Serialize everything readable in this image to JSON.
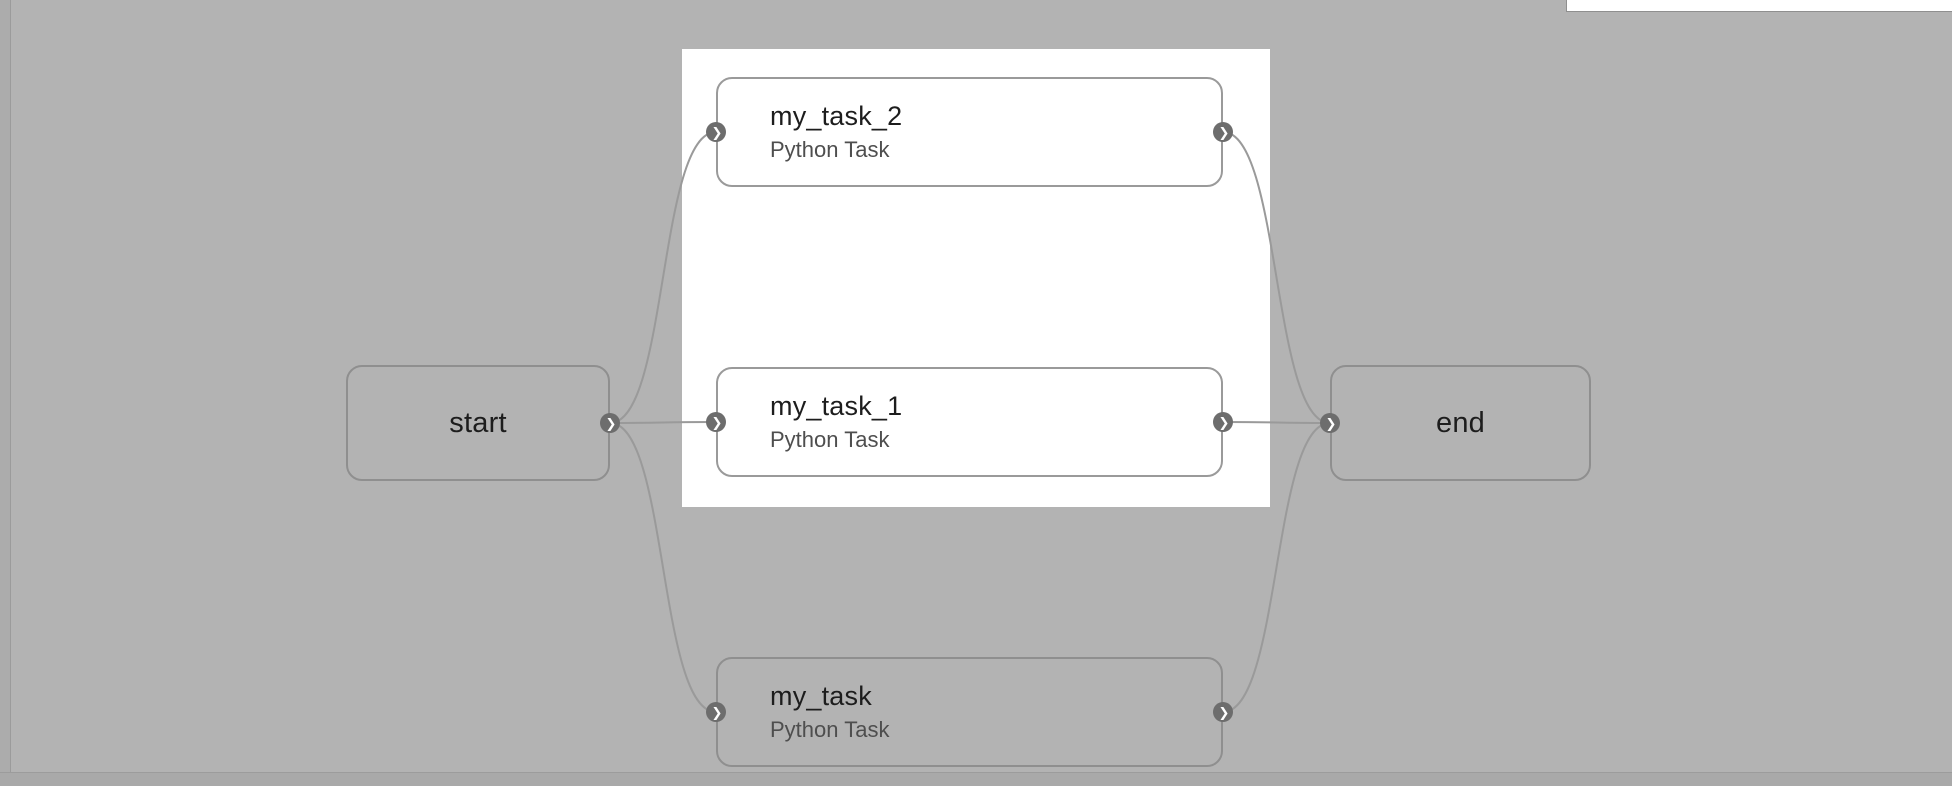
{
  "canvas": {
    "background_color": "#b3b3b3",
    "highlight_color": "#ffffff",
    "edge_color": "#9a9a9a",
    "node_border_color": "#8f8f8f",
    "port_color": "#6d6d6d"
  },
  "icons": {
    "port_glyph": "❯"
  },
  "nodes": {
    "start": {
      "title": "start"
    },
    "my_task_2": {
      "title": "my_task_2",
      "subtitle": "Python Task"
    },
    "my_task_1": {
      "title": "my_task_1",
      "subtitle": "Python Task"
    },
    "my_task": {
      "title": "my_task",
      "subtitle": "Python Task"
    },
    "end": {
      "title": "end"
    }
  },
  "edges": [
    {
      "from": "start",
      "to": "my_task_2"
    },
    {
      "from": "start",
      "to": "my_task_1"
    },
    {
      "from": "start",
      "to": "my_task"
    },
    {
      "from": "my_task_2",
      "to": "end"
    },
    {
      "from": "my_task_1",
      "to": "end"
    },
    {
      "from": "my_task",
      "to": "end"
    }
  ]
}
